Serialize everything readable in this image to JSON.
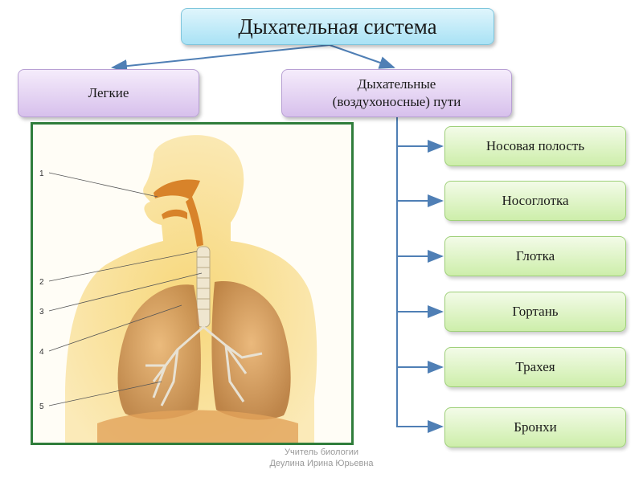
{
  "title": "Дыхательная система",
  "lungs_label": "Легкие",
  "airways_label_line1": "Дыхательные",
  "airways_label_line2": "(воздухоносные) пути",
  "airways": [
    "Носовая полость",
    "Носоглотка",
    "Глотка",
    "Гортань",
    "Трахея",
    "Бронхи"
  ],
  "figure_labels": [
    "1",
    "2",
    "3",
    "4",
    "5"
  ],
  "footer_line1": "Учитель биологии",
  "footer_line2": "Деулина Ирина Юрьевна",
  "colors": {
    "title_bg": "#a9e2f5",
    "purple_bg": "#d7c0ec",
    "green_bg": "#cdeeaa",
    "arrow": "#4f7fb5",
    "frame": "#2f7d3b"
  }
}
